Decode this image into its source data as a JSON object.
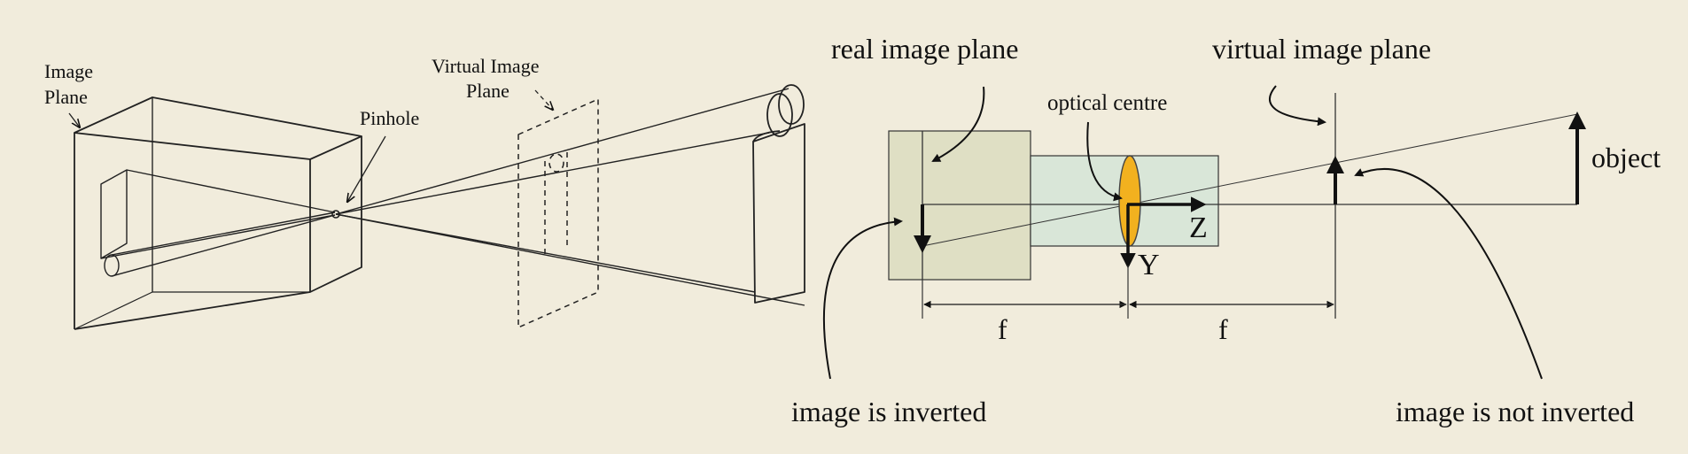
{
  "left_diagram": {
    "image_plane_label_line1": "Image",
    "image_plane_label_line2": "Plane",
    "pinhole_label": "Pinhole",
    "virtual_plane_label_line1": "Virtual Image",
    "virtual_plane_label_line2": "Plane"
  },
  "right_diagram": {
    "real_image_plane_label": "real image plane",
    "virtual_image_plane_label": "virtual image plane",
    "optical_centre_label": "optical centre",
    "object_label": "object",
    "z_axis_label": "Z",
    "y_axis_label": "Y",
    "focal_length_left_label": "f",
    "focal_length_right_label": "f",
    "inverted_note": "image is inverted",
    "not_inverted_note": "image is not inverted"
  },
  "colors": {
    "background": "#f1ecdc",
    "lens": "#f2b11f",
    "real_plane_box": "#dfdfc4",
    "lens_box": "#d9e6d8",
    "ink": "#111111"
  }
}
